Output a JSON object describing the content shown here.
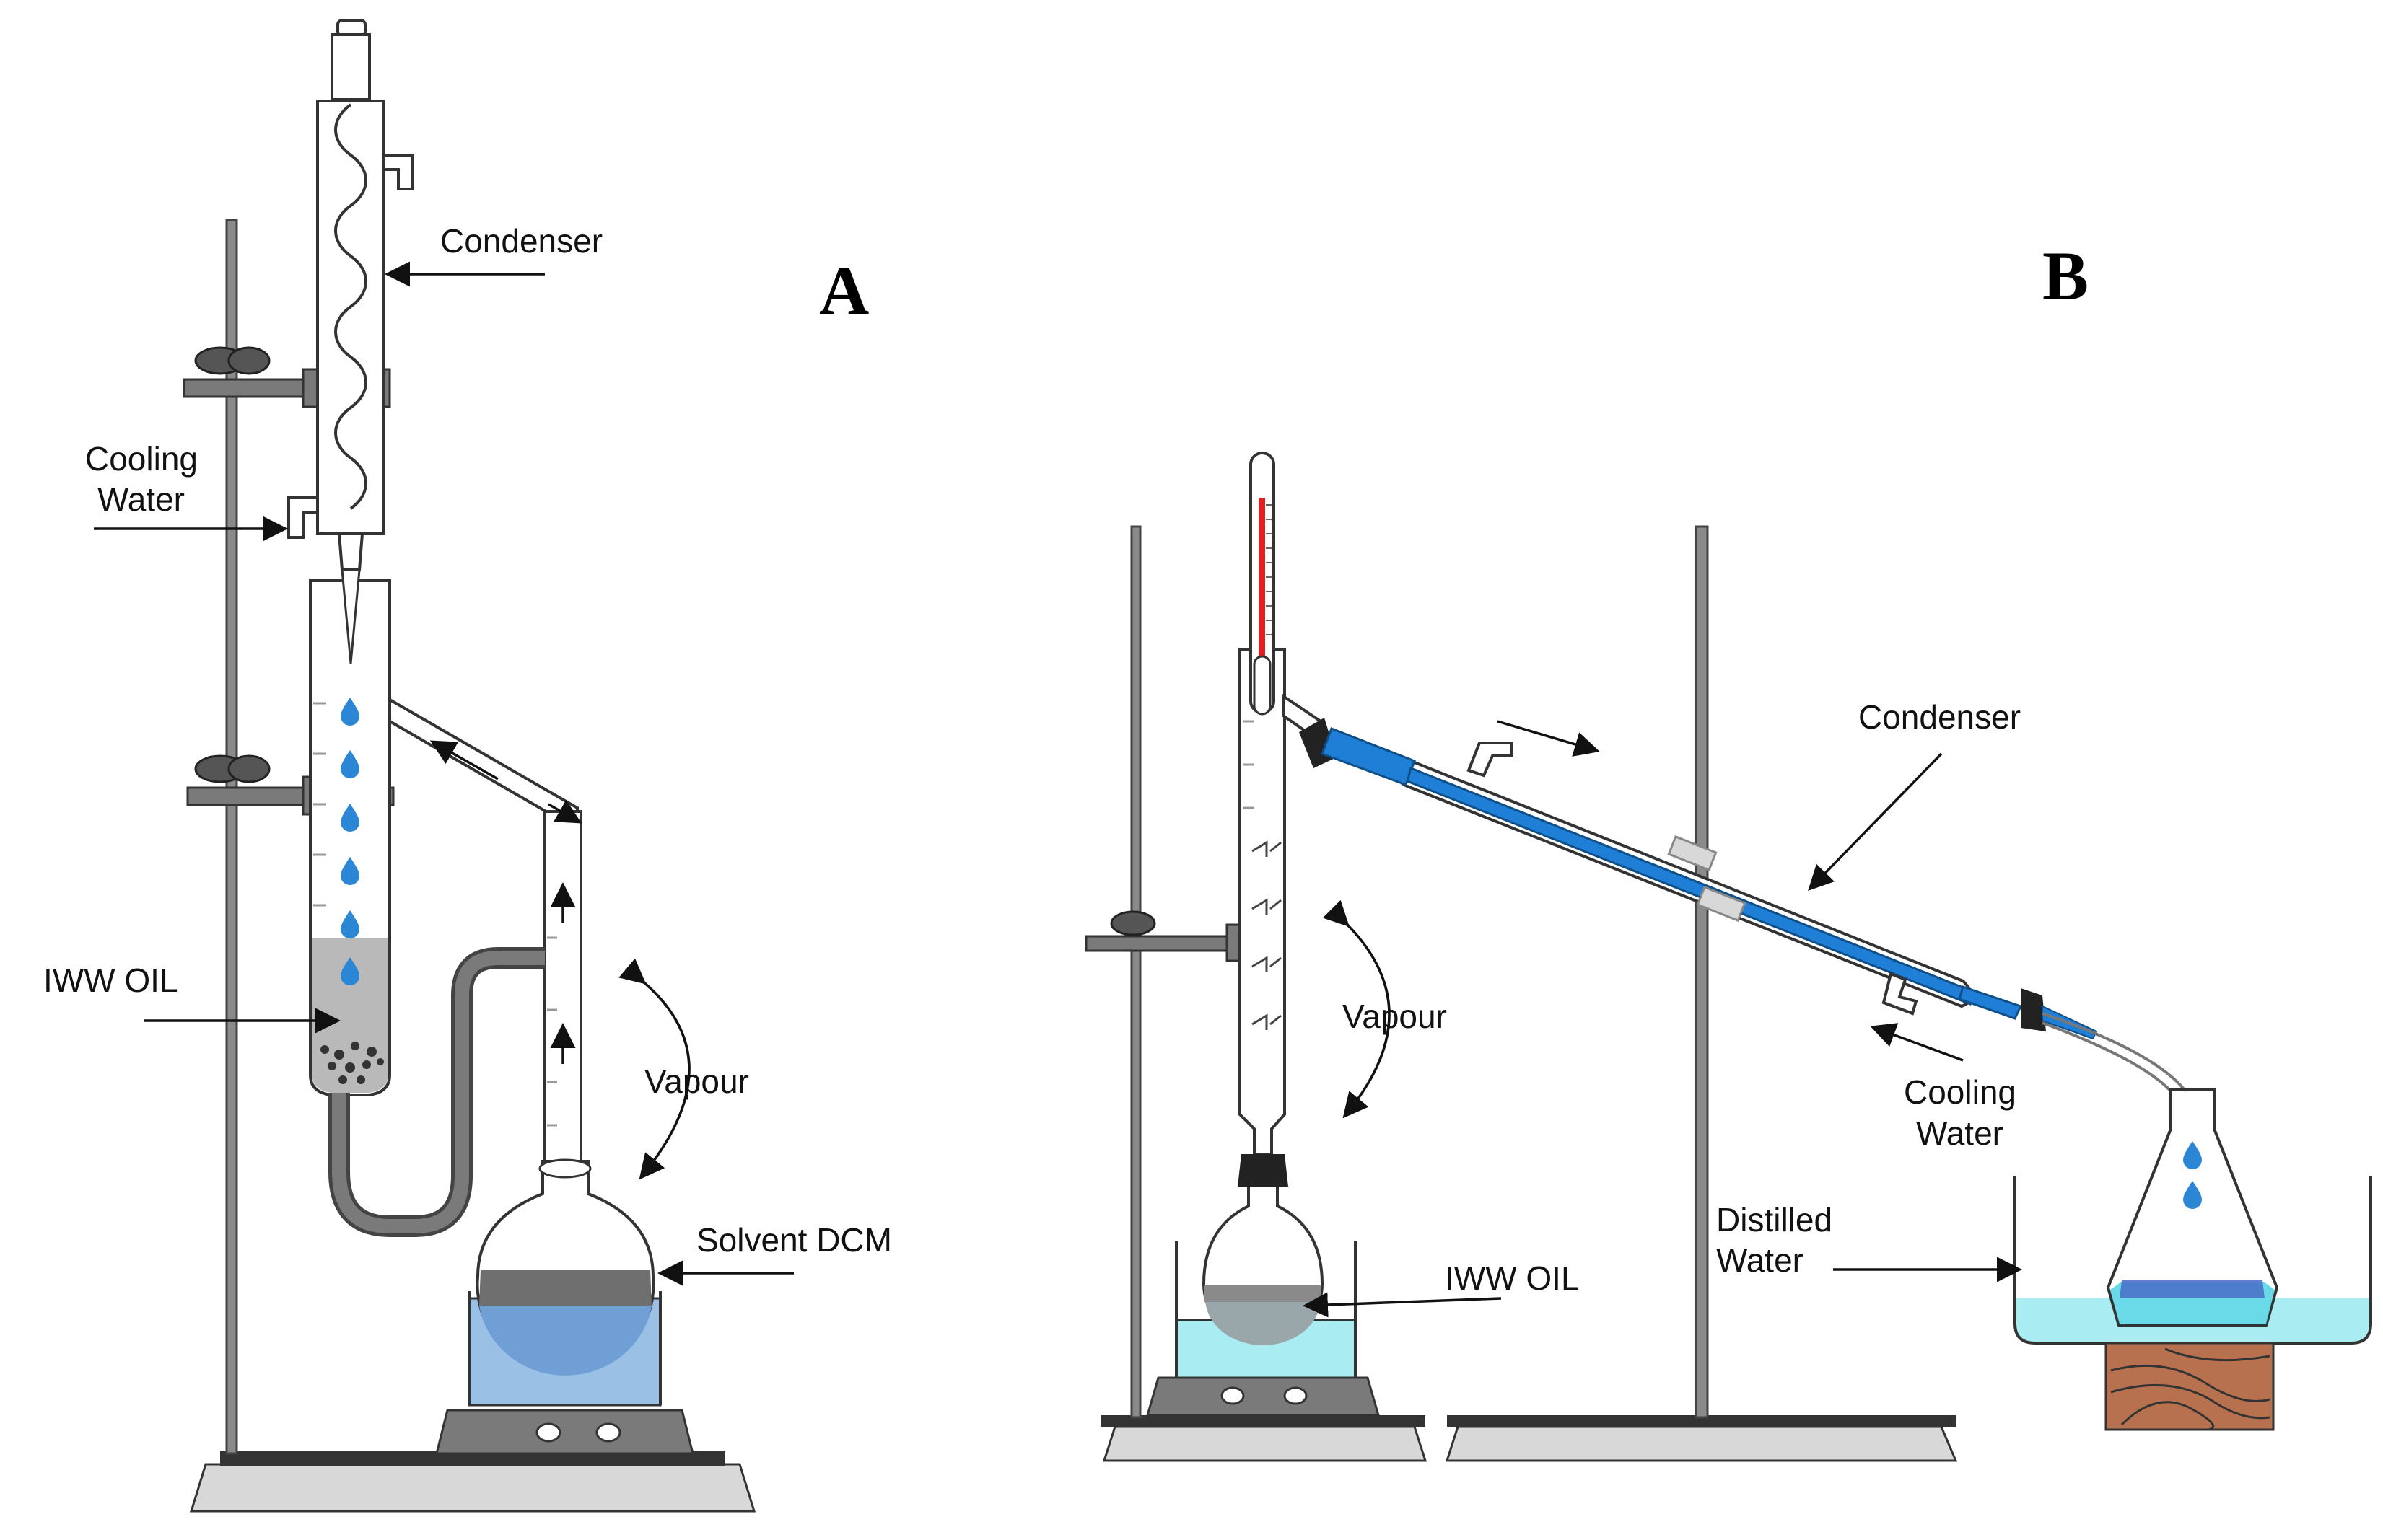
{
  "panels": {
    "a": {
      "letter": "A",
      "labels": {
        "condenser": "Condenser",
        "cooling_water_line1": "Cooling",
        "cooling_water_line2": "Water",
        "iww_oil": "IWW OIL",
        "vapour": "Vapour",
        "solvent": "Solvent DCM"
      }
    },
    "b": {
      "letter": "B",
      "labels": {
        "condenser": "Condenser",
        "vapour": "Vapour",
        "cooling_water_line1": "Cooling",
        "cooling_water_line2": "Water",
        "iww_oil": "IWW OIL",
        "distilled_water_line1": "Distilled",
        "distilled_water_line2": "Water"
      }
    }
  },
  "colors": {
    "water_blue": "#6f9fd4",
    "solvent_blue": "#9ac0e6",
    "bath_cyan": "#a9ecf2",
    "condenser_blue": "#1f7fd6",
    "thermometer_red": "#e02020",
    "wood": "#b8714e",
    "oil_grey": "#b9b9b9"
  }
}
